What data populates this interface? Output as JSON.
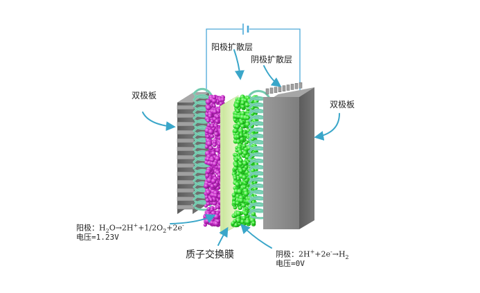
{
  "labels": {
    "anode_diffusion_layer": "阳极扩散层",
    "cathode_diffusion_layer": "阴极扩散层",
    "bipolar_plate_left": "双极板",
    "bipolar_plate_right": "双极板",
    "proton_exchange_membrane": "质子交换膜"
  },
  "anode": {
    "prefix": "阳极：",
    "reaction_parts": [
      "H",
      "2",
      "O→2H",
      "+",
      "+1/2O",
      "2",
      "+2e",
      "-"
    ],
    "voltage": "电压=1.23V"
  },
  "cathode": {
    "prefix": "阴极：",
    "reaction_parts": [
      "2H",
      "+",
      "+2e",
      "-",
      "→H",
      "2"
    ],
    "voltage": "电压=0V"
  },
  "colors": {
    "bipolar_plate": "#8a8a8a",
    "diffusion_layer": "#7fd4b8",
    "anode_catalyst": "#c327c6",
    "cathode_catalyst": "#2ee02a",
    "membrane": "#dff2b8",
    "arrow": "#3aa6c9",
    "wire": "#4aa8d8"
  }
}
